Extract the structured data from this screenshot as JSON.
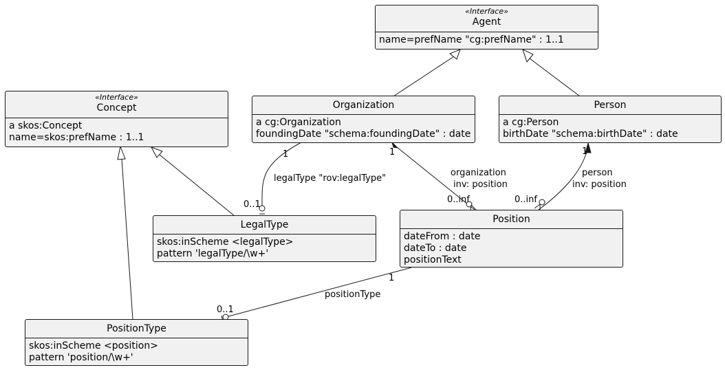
{
  "classes": {
    "agent": {
      "stereotype": "«Interface»",
      "name": "Agent",
      "attrs": [
        "name=prefName \"cg:prefName\" : 1..1"
      ]
    },
    "concept": {
      "stereotype": "«Interface»",
      "name": "Concept",
      "attrs": [
        "a skos:Concept",
        "name=skos:prefName : 1..1"
      ]
    },
    "organization": {
      "name": "Organization",
      "attrs": [
        "a cg:Organization",
        "foundingDate \"schema:foundingDate\" : date"
      ]
    },
    "person": {
      "name": "Person",
      "attrs": [
        "a cg:Person",
        "birthDate \"schema:birthDate\" : date"
      ]
    },
    "legaltype": {
      "name": "LegalType",
      "attrs": [
        "skos:inScheme <legalType>",
        "pattern 'legalType/\\w+'"
      ]
    },
    "position": {
      "name": "Position",
      "attrs": [
        "dateFrom : date",
        "dateTo : date",
        "positionText"
      ]
    },
    "positiontype": {
      "name": "PositionType",
      "attrs": [
        "skos:inScheme <position>",
        "pattern 'position/\\w+'"
      ]
    }
  },
  "edges": {
    "legalType": {
      "label": "legalType \"rov:legalType\"",
      "src_mult": "1",
      "dst_mult": "0..1"
    },
    "organization": {
      "label1": "organization",
      "label2": "inv: position",
      "src_mult": "1",
      "dst_mult": "0..inf"
    },
    "person": {
      "label1": "person",
      "label2": "inv: position",
      "src_mult": "1",
      "dst_mult": "0..inf"
    },
    "positionType": {
      "label": "positionType",
      "src_mult": "1",
      "dst_mult": "0..1"
    }
  }
}
